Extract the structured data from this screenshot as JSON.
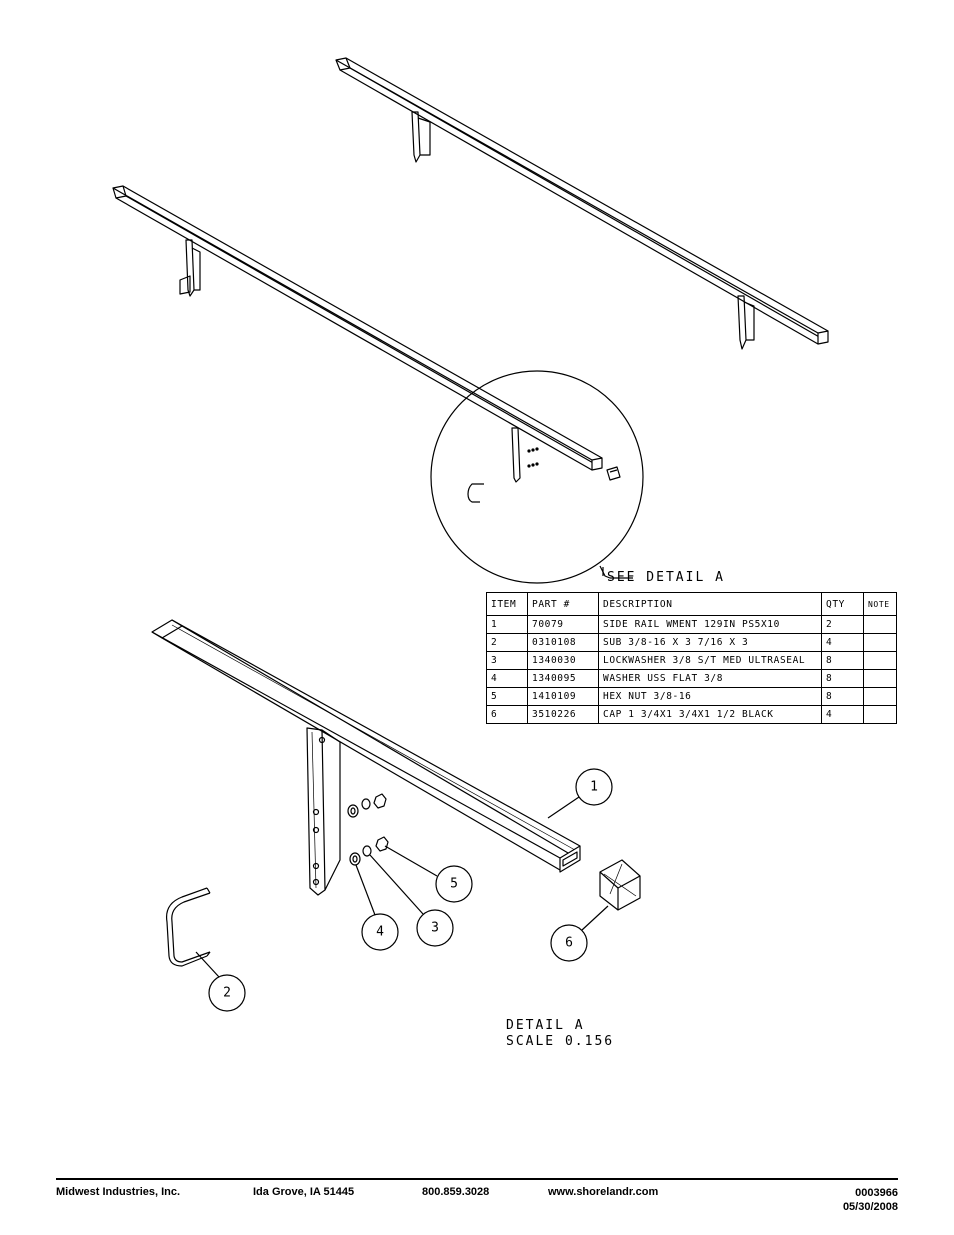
{
  "callout": {
    "see_detail": "SEE DETAIL  A"
  },
  "parts_table": {
    "headers": {
      "item": "ITEM",
      "part": "PART #",
      "description": "DESCRIPTION",
      "qty": "QTY",
      "note": "NOTE"
    },
    "rows": [
      {
        "item": "1",
        "part": "70079",
        "description": "SIDE RAIL WMENT 129IN PS5X10",
        "qty": "2",
        "note": ""
      },
      {
        "item": "2",
        "part": "0310108",
        "description": "SUB 3/8-16 X 3 7/16 X 3",
        "qty": "4",
        "note": ""
      },
      {
        "item": "3",
        "part": "1340030",
        "description": "LOCKWASHER 3/8 S/T MED ULTRASEAL",
        "qty": "8",
        "note": ""
      },
      {
        "item": "4",
        "part": "1340095",
        "description": "WASHER USS FLAT 3/8",
        "qty": "8",
        "note": ""
      },
      {
        "item": "5",
        "part": "1410109",
        "description": "HEX NUT 3/8-16",
        "qty": "8",
        "note": ""
      },
      {
        "item": "6",
        "part": "3510226",
        "description": "CAP 1 3/4X1 3/4X1 1/2 BLACK",
        "qty": "4",
        "note": ""
      }
    ]
  },
  "balloons": {
    "b1": "1",
    "b2": "2",
    "b3": "3",
    "b4": "4",
    "b5": "5",
    "b6": "6"
  },
  "detail": {
    "line1": "DETAIL  A",
    "line2": "SCALE  0.156"
  },
  "footer": {
    "company": "Midwest Industries, Inc.",
    "city": "Ida Grove, IA  51445",
    "phone": "800.859.3028",
    "website": "www.shorelandr.com",
    "doc_number": "0003966",
    "date": "05/30/2008"
  }
}
